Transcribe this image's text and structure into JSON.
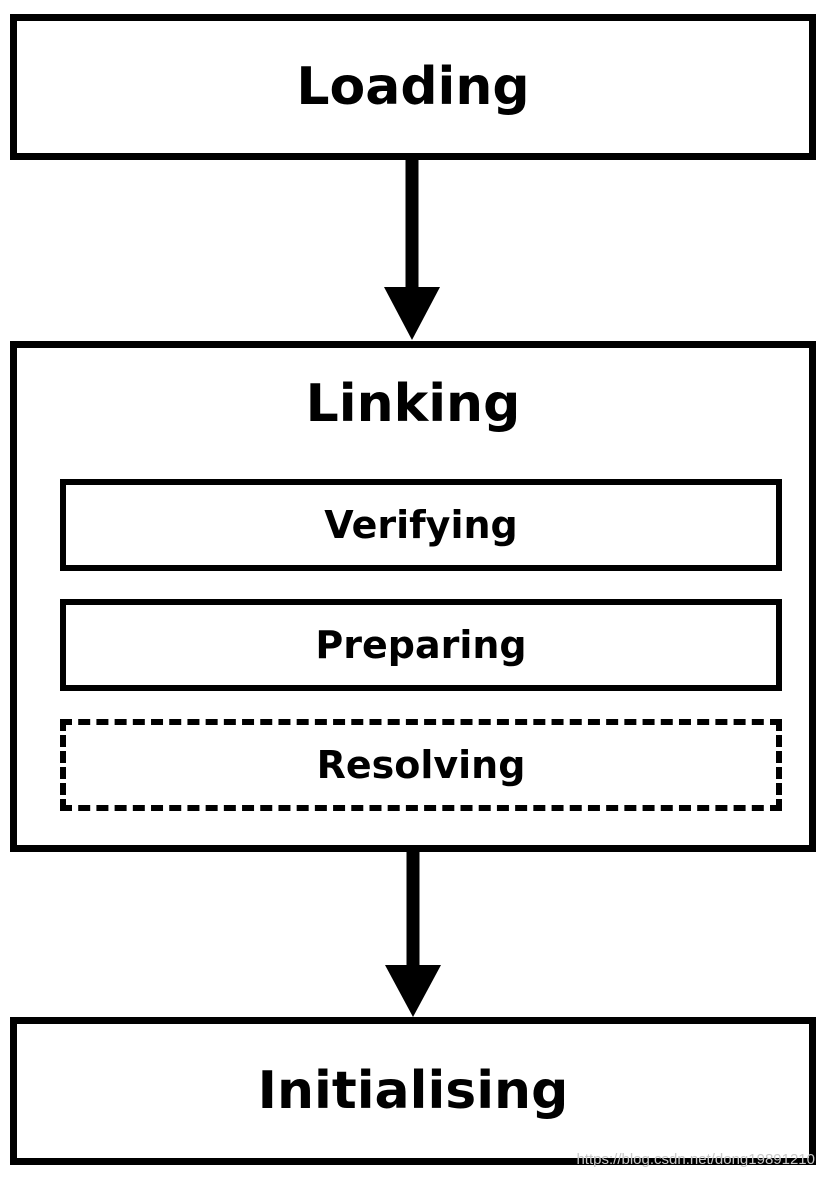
{
  "stages": {
    "loading": "Loading",
    "linking": "Linking",
    "initialising": "Initialising"
  },
  "linking_steps": {
    "verifying": "Verifying",
    "preparing": "Preparing",
    "resolving": "Resolving"
  },
  "watermark": "https://blog.csdn.net/dong19891210",
  "colors": {
    "stroke": "#000000",
    "background": "#ffffff",
    "watermark": "#c8c8c8"
  }
}
